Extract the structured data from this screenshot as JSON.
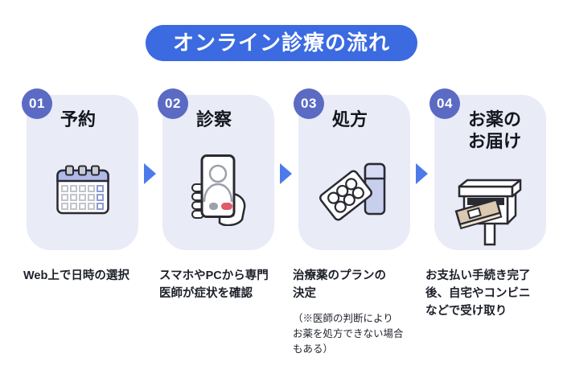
{
  "header": {
    "title": "オンライン診療の流れ"
  },
  "colors": {
    "banner_blue": "#3B6AE1",
    "badge_indigo": "#5B6BC4",
    "card_background": "#E9EBF7",
    "arrow_blue": "#4C7BE9",
    "text_dark": "#1D2029",
    "icon_outline": "#2A2A33",
    "icon_lavender": "#AFBAE8",
    "icon_red": "#E25B68",
    "icon_tan": "#DAC9AE"
  },
  "steps": [
    {
      "number": "01",
      "title": "予約",
      "icon": "calendar-icon",
      "description": "Web上で日時の選択"
    },
    {
      "number": "02",
      "title": "診察",
      "icon": "smartphone-video-call-icon",
      "description": "スマホやPCから専門\n医師が症状を確認"
    },
    {
      "number": "03",
      "title": "処方",
      "icon": "medicine-blister-bottle-icon",
      "description": "治療薬のプランの\n決定",
      "note": "（※医師の判断により\nお薬を処方できない場合\nもある）"
    },
    {
      "number": "04",
      "title": "お薬の\nお届け",
      "icon": "delivery-box-icon",
      "description": "お支払い手続き完了\n後、自宅やコンビニ\nなどで受け取り"
    }
  ]
}
